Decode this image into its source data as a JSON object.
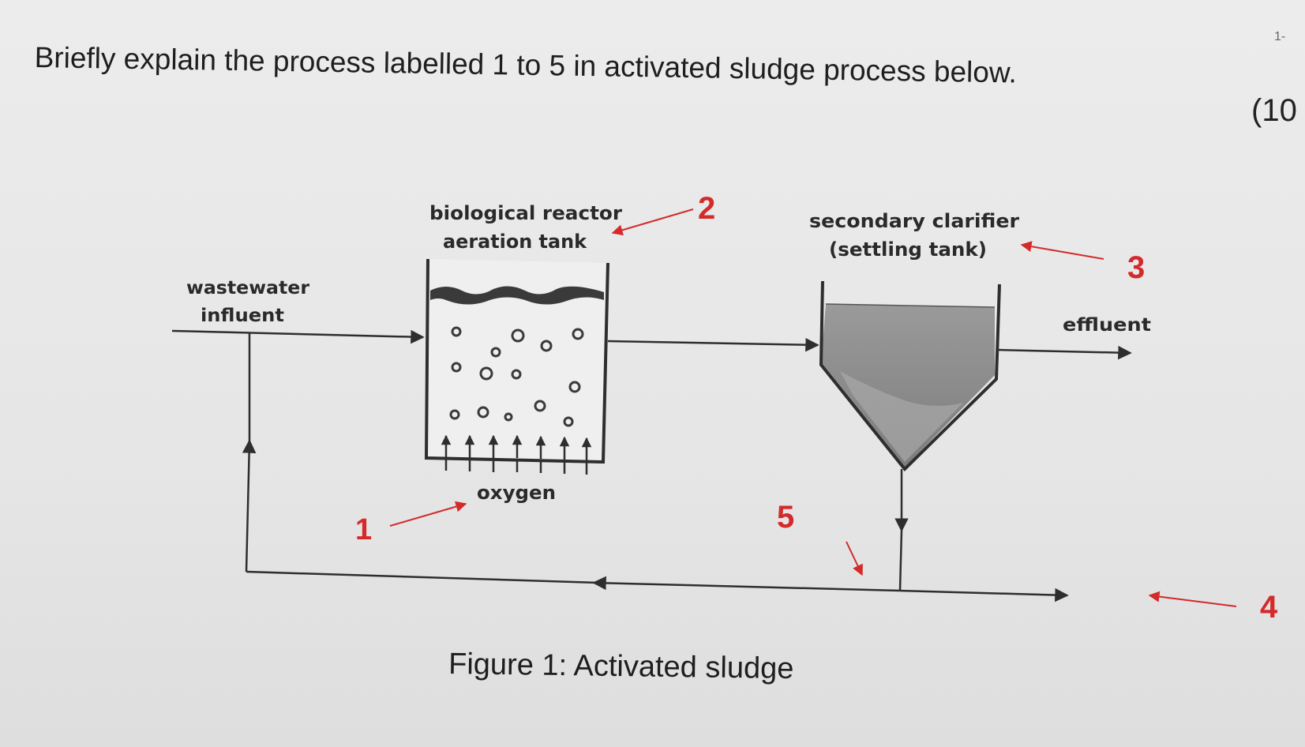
{
  "question": {
    "text": "Briefly explain the process labelled 1 to 5 in activated sludge process below.",
    "marks": "(10",
    "corner_mark": "1-"
  },
  "diagram": {
    "labels": {
      "reactor_line1": "biological reactor",
      "reactor_line2": "aeration tank",
      "clarifier_line1": "secondary clarifier",
      "clarifier_line2": "(settling tank)",
      "influent_line1": "wastewater",
      "influent_line2": "influent",
      "effluent": "effluent",
      "oxygen": "oxygen"
    },
    "markers": [
      "1",
      "2",
      "3",
      "4",
      "5"
    ],
    "caption": "Figure 1: Activated sludge"
  },
  "colors": {
    "background": "#e8e8e8",
    "line": "#2e2e2e",
    "marker_red": "#d42a2a",
    "clarifier_fill": "#8f8f8f"
  }
}
